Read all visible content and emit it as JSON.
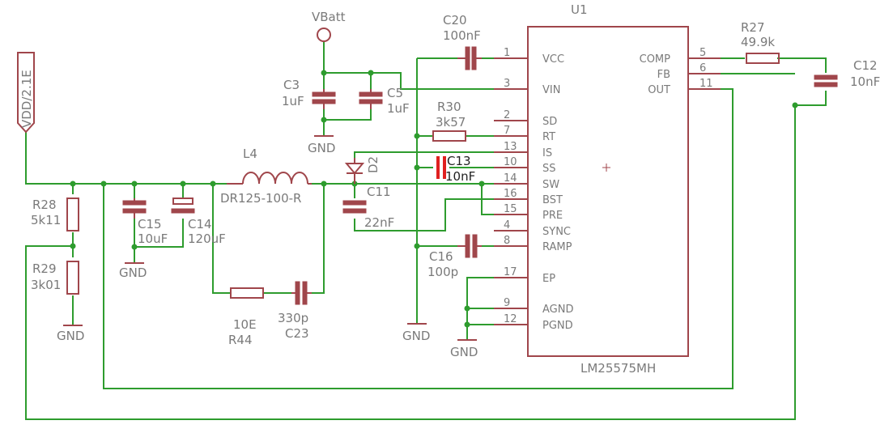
{
  "ic": {
    "ref": "U1",
    "value": "LM25575MH",
    "left_pins": [
      {
        "num": "1",
        "name": "VCC"
      },
      {
        "num": "3",
        "name": "VIN"
      },
      {
        "num": "2",
        "name": "SD"
      },
      {
        "num": "7",
        "name": "RT"
      },
      {
        "num": "13",
        "name": "IS"
      },
      {
        "num": "10",
        "name": "SS"
      },
      {
        "num": "14",
        "name": "SW"
      },
      {
        "num": "16",
        "name": "BST"
      },
      {
        "num": "15",
        "name": "PRE"
      },
      {
        "num": "4",
        "name": "SYNC"
      },
      {
        "num": "8",
        "name": "RAMP"
      },
      {
        "num": "17",
        "name": "EP"
      },
      {
        "num": "9",
        "name": "AGND"
      },
      {
        "num": "12",
        "name": "PGND"
      }
    ],
    "right_pins": [
      {
        "num": "5",
        "name": "COMP"
      },
      {
        "num": "6",
        "name": "FB"
      },
      {
        "num": "11",
        "name": "OUT"
      }
    ]
  },
  "labels": {
    "vbatt": "VBatt",
    "vdd": "VDD/2.1E",
    "gnd": "GND",
    "c20_ref": "C20",
    "c20_val": "100nF",
    "c3_ref": "C3",
    "c3_val": "1uF",
    "c5_ref": "C5",
    "c5_val": "1uF",
    "r30_ref": "R30",
    "r30_val": "3k57",
    "c13_ref": "C13",
    "c13_val": "10nF",
    "d2_ref": "D2",
    "l4_ref": "L4",
    "l4_val": "DR125-100-R",
    "c11_ref": "C11",
    "c11_val": "22nF",
    "c15_ref": "C15",
    "c15_val": "10uF",
    "c14_ref": "C14",
    "c14_val": "120uF",
    "r28_ref": "R28",
    "r28_val": "5k11",
    "r29_ref": "R29",
    "r29_val": "3k01",
    "r44_ref": "R44",
    "r44_val": "10E",
    "c23_ref": "C23",
    "c23_val": "330p",
    "c16_ref": "C16",
    "c16_val": "100p",
    "r27_ref": "R27",
    "r27_val": "49.9k",
    "c12_ref": "C12",
    "c12_val": "10nF"
  }
}
